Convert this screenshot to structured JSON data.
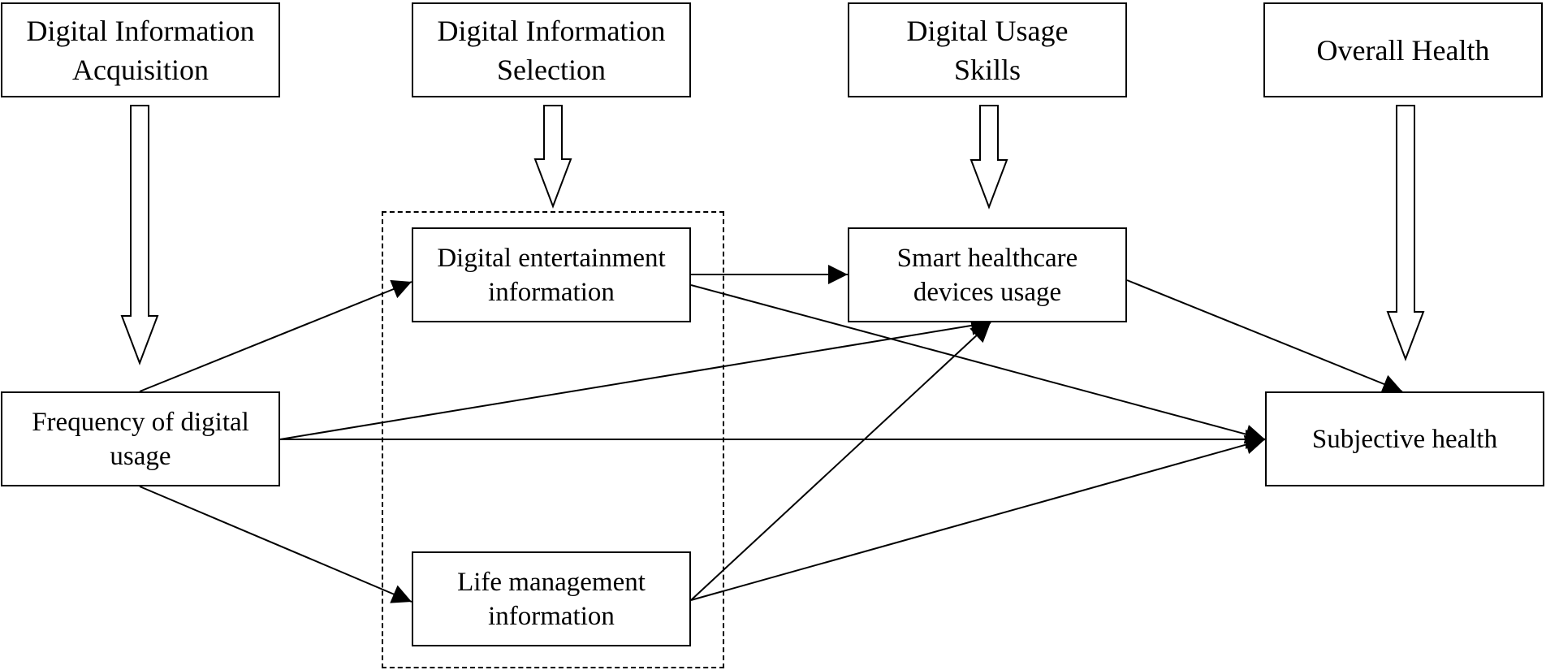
{
  "header_boxes": {
    "acquisition": "Digital Information\nAcquisition",
    "selection": "Digital Information\nSelection",
    "skills": "Digital Usage\nSkills",
    "overall": "Overall Health"
  },
  "nodes": {
    "frequency": "Frequency of digital\nusage",
    "entertainment": "Digital entertainment\ninformation",
    "life": "Life management\ninformation",
    "smart": "Smart healthcare\ndevices usage",
    "subjective": "Subjective health"
  },
  "edges": [
    {
      "from": "frequency",
      "to": "entertainment"
    },
    {
      "from": "frequency",
      "to": "life"
    },
    {
      "from": "frequency",
      "to": "smart"
    },
    {
      "from": "frequency",
      "to": "subjective"
    },
    {
      "from": "entertainment",
      "to": "smart"
    },
    {
      "from": "entertainment",
      "to": "subjective"
    },
    {
      "from": "life",
      "to": "smart"
    },
    {
      "from": "life",
      "to": "subjective"
    },
    {
      "from": "smart",
      "to": "subjective"
    }
  ],
  "hollow_arrows": [
    {
      "from": "acquisition",
      "to": "frequency"
    },
    {
      "from": "selection",
      "to": "entertainment-life-group"
    },
    {
      "from": "skills",
      "to": "smart"
    },
    {
      "from": "overall",
      "to": "subjective"
    }
  ],
  "colors": {
    "stroke": "#000000",
    "background": "#ffffff"
  }
}
